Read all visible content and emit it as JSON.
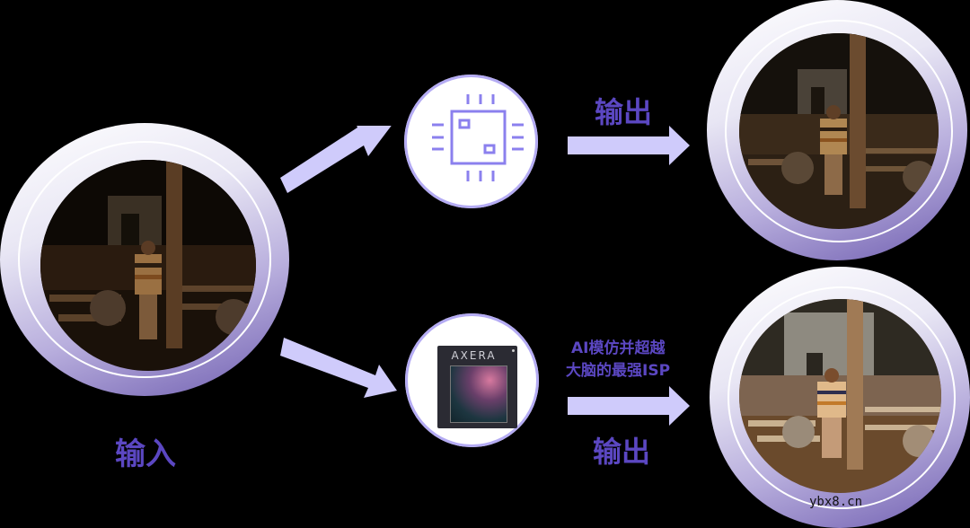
{
  "diagram": {
    "input_label": "输入",
    "top_output_label": "输出",
    "bottom_output_label": "输出",
    "bottom_caption_line1": "AI模仿并超越",
    "bottom_caption_line2": "大脑的最强ISP",
    "chip_brand": "AXERA",
    "watermark": "ybx8.cn",
    "nodes": [
      {
        "id": "input-photo",
        "description": "dark night street photo (input)"
      },
      {
        "id": "generic-chip",
        "description": "generic processor chip icon"
      },
      {
        "id": "top-output-photo",
        "description": "processed night photo, slightly brighter"
      },
      {
        "id": "axera-chip",
        "description": "Axera AI ISP chip"
      },
      {
        "id": "bottom-output-photo",
        "description": "AI ISP processed night photo, bright and clear"
      }
    ],
    "edges": [
      {
        "from": "input-photo",
        "to": "generic-chip"
      },
      {
        "from": "input-photo",
        "to": "axera-chip"
      },
      {
        "from": "generic-chip",
        "to": "top-output-photo",
        "label": "输出"
      },
      {
        "from": "axera-chip",
        "to": "bottom-output-photo",
        "label": "输出"
      }
    ]
  },
  "colors": {
    "background": "#000000",
    "label": "#5b47c2",
    "arrow": "#cfcbfb",
    "chip_stroke": "#8b80ee",
    "ring_light": "#ffffff",
    "ring_dark": "#6f5eb0"
  }
}
